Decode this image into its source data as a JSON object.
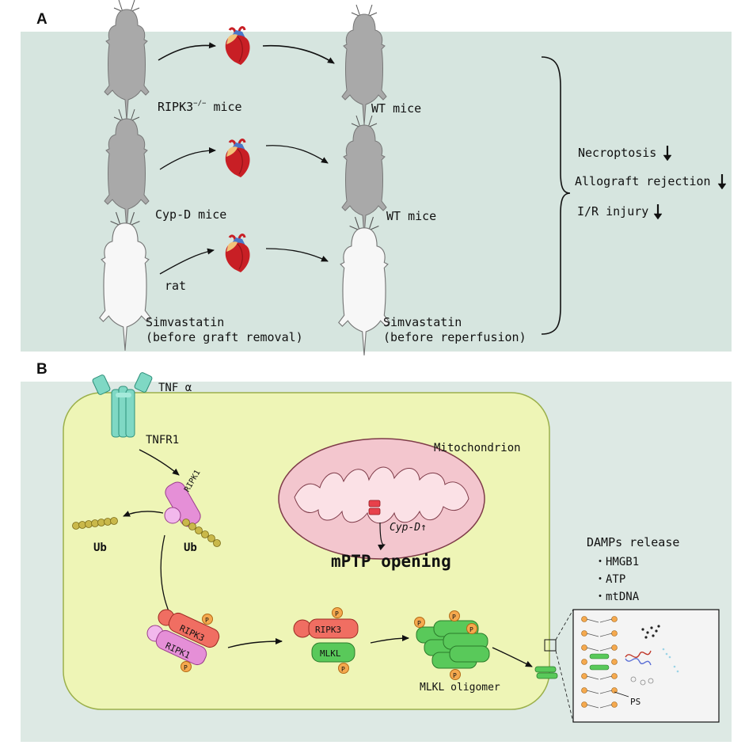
{
  "panel_a": {
    "letter": "A",
    "row1": {
      "donor": "RIPK3",
      "donor_sup": "−/−",
      "donor_suffix": " mice",
      "recipient": "WT mice"
    },
    "row2": {
      "donor": "Cyp-D  mice",
      "recipient": "WT mice"
    },
    "row3": {
      "donor_species": "rat",
      "donor_line1": "Simvastatin",
      "donor_line2": "(before graft removal)",
      "recipient_line1": "Simvastatin",
      "recipient_line2": "(before reperfusion)"
    },
    "outcomes": [
      "Necroptosis",
      "Allograft rejection",
      "I/R injury"
    ],
    "colors": {
      "background": "#d6e5df",
      "mouse_grey": "#a9a9a9",
      "rat_white": "#f7f7f7",
      "heart_red": "#c81f25"
    }
  },
  "panel_b": {
    "letter": "B",
    "ligand": "TNF α",
    "receptor": "TNFR1",
    "ripk1": "RIPK1",
    "ub_left": "Ub",
    "ub_right": "Ub",
    "mito_label": "Mitochondrion",
    "cypd": "Cyp-D↑",
    "mptp": "mPTP opening",
    "ripk3": "RIPK3",
    "mlkl": "MLKL",
    "oligomer": "MLKL oligomer",
    "phospho": "P",
    "damps_title": "DAMPs release",
    "damps_items": [
      "HMGB1",
      "ATP",
      "mtDNA"
    ],
    "ps": "PS",
    "colors": {
      "background": "#dde9e4",
      "cell": "#eef5b6",
      "mito": "#f3c6ce",
      "receptor": "#7fd8c4",
      "ripk1": "#e58fd7",
      "ripk3": "#f06e62",
      "mlkl": "#59c95a",
      "phospho": "#f5a94e"
    }
  }
}
